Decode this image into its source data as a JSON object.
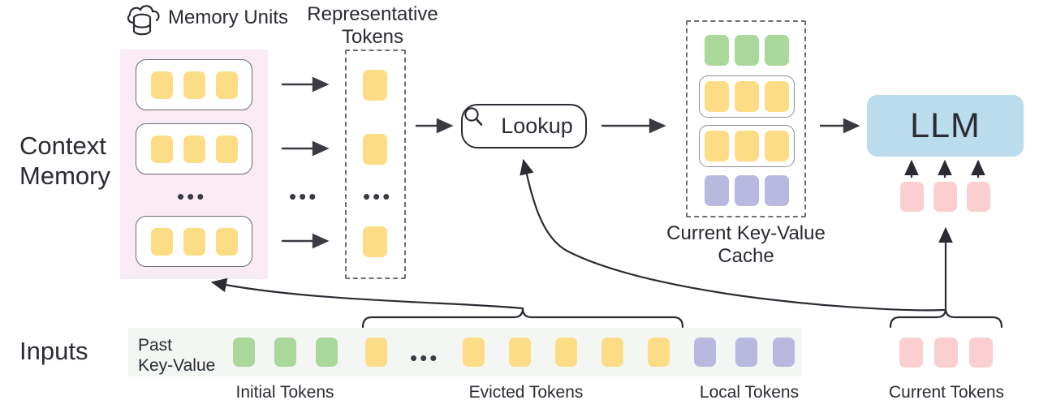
{
  "figure": {
    "title": "Context Memory LLM inference diagram",
    "colors": {
      "token_yellow": "#fcdd85",
      "token_green": "#a9d89a",
      "token_purple": "#b9b9e0",
      "token_pink": "#fbcfd0",
      "context_memory_bg": "#f9ebf3",
      "inputs_bg": "#f4f6f4",
      "llm_box": "#bbdcec",
      "stroke": "#2b2b33"
    }
  },
  "row_labels": {
    "context_memory": "Context\nMemory",
    "inputs": "Inputs"
  },
  "context_memory": {
    "header_label": "Memory Units",
    "header_icon": "cloud-database-icon",
    "units": [
      {
        "tokens": [
          "yellow",
          "yellow",
          "yellow"
        ]
      },
      {
        "tokens": [
          "yellow",
          "yellow",
          "yellow"
        ]
      },
      {
        "tokens": [
          "yellow",
          "yellow",
          "yellow"
        ]
      }
    ],
    "ellipsis": "•••"
  },
  "representative_tokens": {
    "label": "Representative\nTokens",
    "tokens": [
      "yellow",
      "yellow",
      "yellow"
    ],
    "ellipsis": "•••"
  },
  "between_ellipsis": "•••",
  "lookup": {
    "label": "Lookup",
    "icon": "search-icon"
  },
  "kv_cache": {
    "caption": "Current Key-Value\nCache",
    "rows": [
      {
        "boxed": false,
        "tokens": [
          "green",
          "green",
          "green"
        ]
      },
      {
        "boxed": true,
        "tokens": [
          "yellow",
          "yellow",
          "yellow"
        ]
      },
      {
        "boxed": true,
        "tokens": [
          "yellow",
          "yellow",
          "yellow"
        ]
      },
      {
        "boxed": false,
        "tokens": [
          "purple",
          "purple",
          "purple"
        ]
      }
    ]
  },
  "llm": {
    "label": "LLM",
    "input_tokens": [
      "pink",
      "pink",
      "pink"
    ]
  },
  "inputs_row": {
    "past_kv_label": "Past\nKey-Value",
    "sequence": [
      {
        "type": "token",
        "color": "green"
      },
      {
        "type": "token",
        "color": "green"
      },
      {
        "type": "token",
        "color": "green"
      },
      {
        "type": "token",
        "color": "yellow"
      },
      {
        "type": "ellipsis",
        "text": "•••"
      },
      {
        "type": "token",
        "color": "yellow"
      },
      {
        "type": "token",
        "color": "yellow"
      },
      {
        "type": "token",
        "color": "yellow"
      },
      {
        "type": "token",
        "color": "yellow"
      },
      {
        "type": "token",
        "color": "yellow"
      },
      {
        "type": "token",
        "color": "purple"
      },
      {
        "type": "token",
        "color": "purple"
      },
      {
        "type": "token",
        "color": "purple"
      }
    ],
    "current_tokens": [
      "pink",
      "pink",
      "pink"
    ],
    "group_captions": {
      "initial": "Initial Tokens",
      "evicted": "Evicted Tokens",
      "local": "Local Tokens",
      "current": "Current Tokens"
    }
  }
}
